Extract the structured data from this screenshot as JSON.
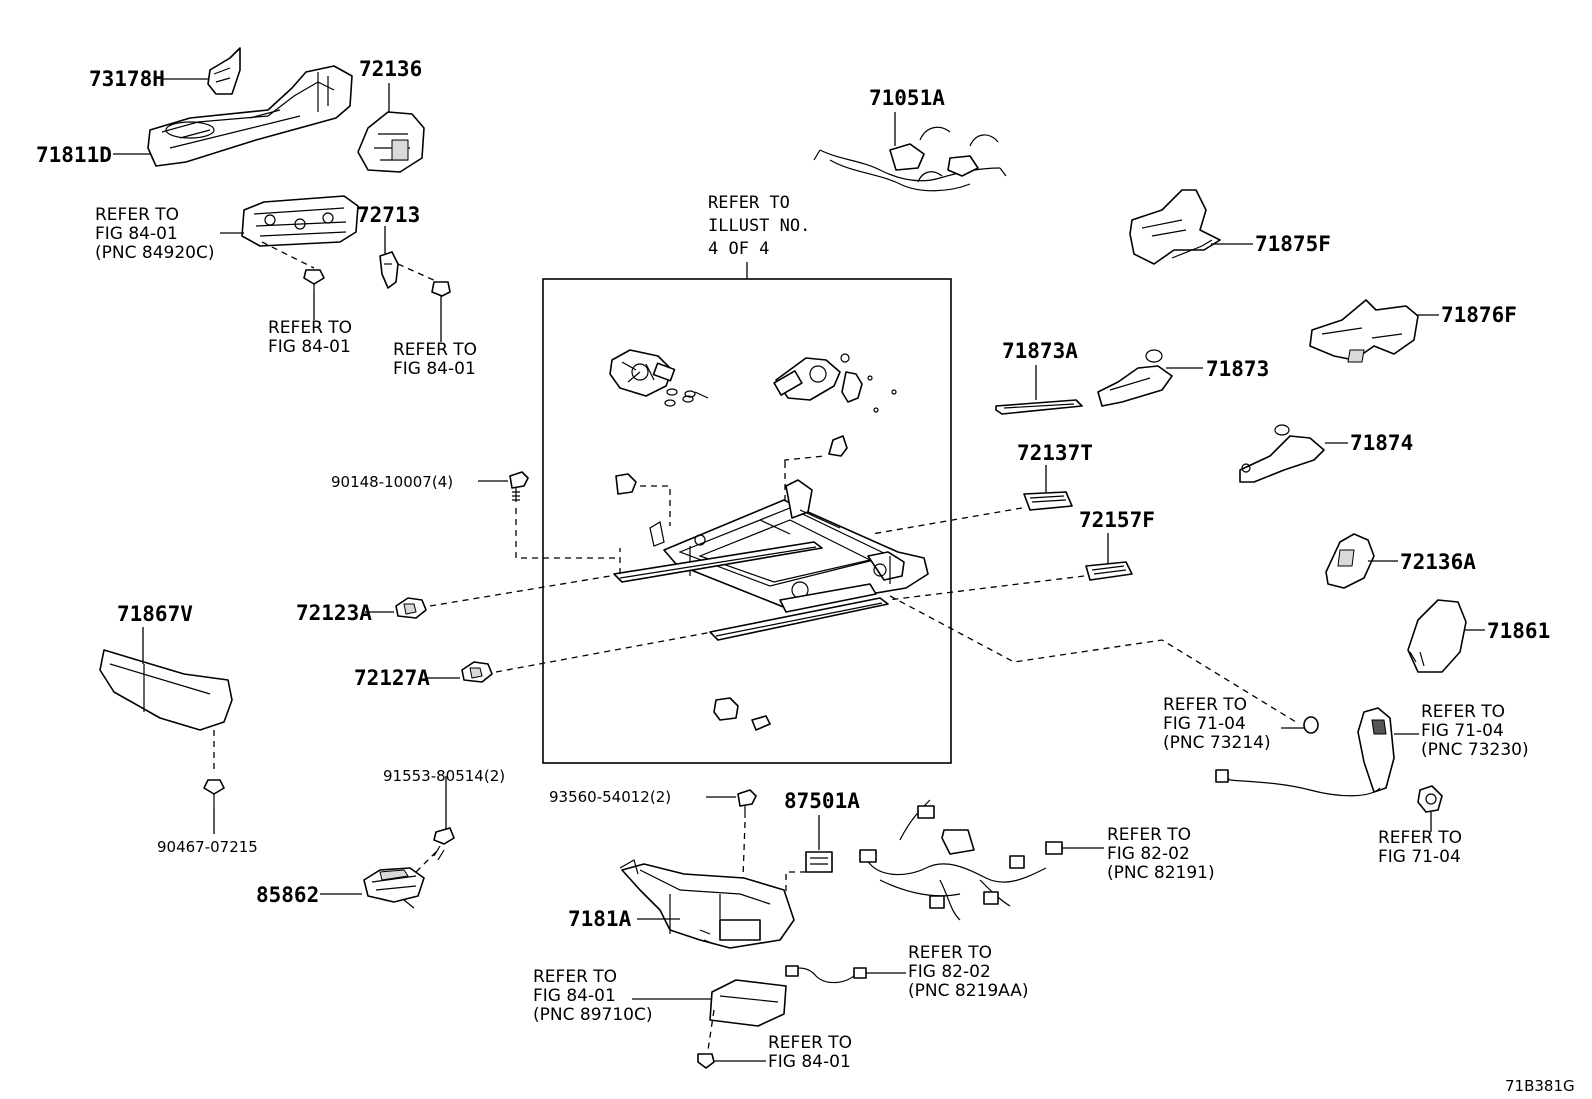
{
  "diagram_code": "71B381G",
  "labels": {
    "p73178H": "73178H",
    "p71811D": "71811D",
    "p72136": "72136",
    "p72713": "72713",
    "p71051A": "71051A",
    "p71875F": "71875F",
    "p71876F": "71876F",
    "p71873A": "71873A",
    "p71873": "71873",
    "p71874": "71874",
    "p72137T": "72137T",
    "p72157F": "72157F",
    "p72136A": "72136A",
    "p71861": "71861",
    "p90148": "90148-10007(4)",
    "p72123A": "72123A",
    "p72127A": "72127A",
    "p71867V": "71867V",
    "p90467": "90467-07215",
    "p91553": "91553-80514(2)",
    "p85862": "85862",
    "p93560": "93560-54012(2)",
    "p87501A": "87501A",
    "p7181A": "7181A"
  },
  "refs": {
    "illust": [
      "REFER TO",
      "ILLUST NO.",
      "4 OF 4"
    ],
    "fig8401_pnc84920c": [
      "REFER TO",
      "FIG 84-01",
      "(PNC 84920C)"
    ],
    "fig8401_a": [
      "REFER TO",
      "FIG 84-01"
    ],
    "fig8401_b": [
      "REFER TO",
      "FIG 84-01"
    ],
    "fig7104_pnc73214": [
      "REFER TO",
      "FIG 71-04",
      "(PNC 73214)"
    ],
    "fig7104_pnc73230": [
      "REFER TO",
      "FIG 71-04",
      "(PNC 73230)"
    ],
    "fig7104": [
      "REFER TO",
      "FIG 71-04"
    ],
    "fig8202_pnc82191": [
      "REFER TO",
      "FIG 82-02",
      "(PNC 82191)"
    ],
    "fig8202_pnc8219aa": [
      "REFER TO",
      "FIG 82-02",
      "(PNC 8219AA)"
    ],
    "fig8401_pnc89710c": [
      "REFER TO",
      "FIG 84-01",
      "(PNC 89710C)"
    ],
    "fig8401_c": [
      "REFER TO",
      "FIG 84-01"
    ]
  }
}
